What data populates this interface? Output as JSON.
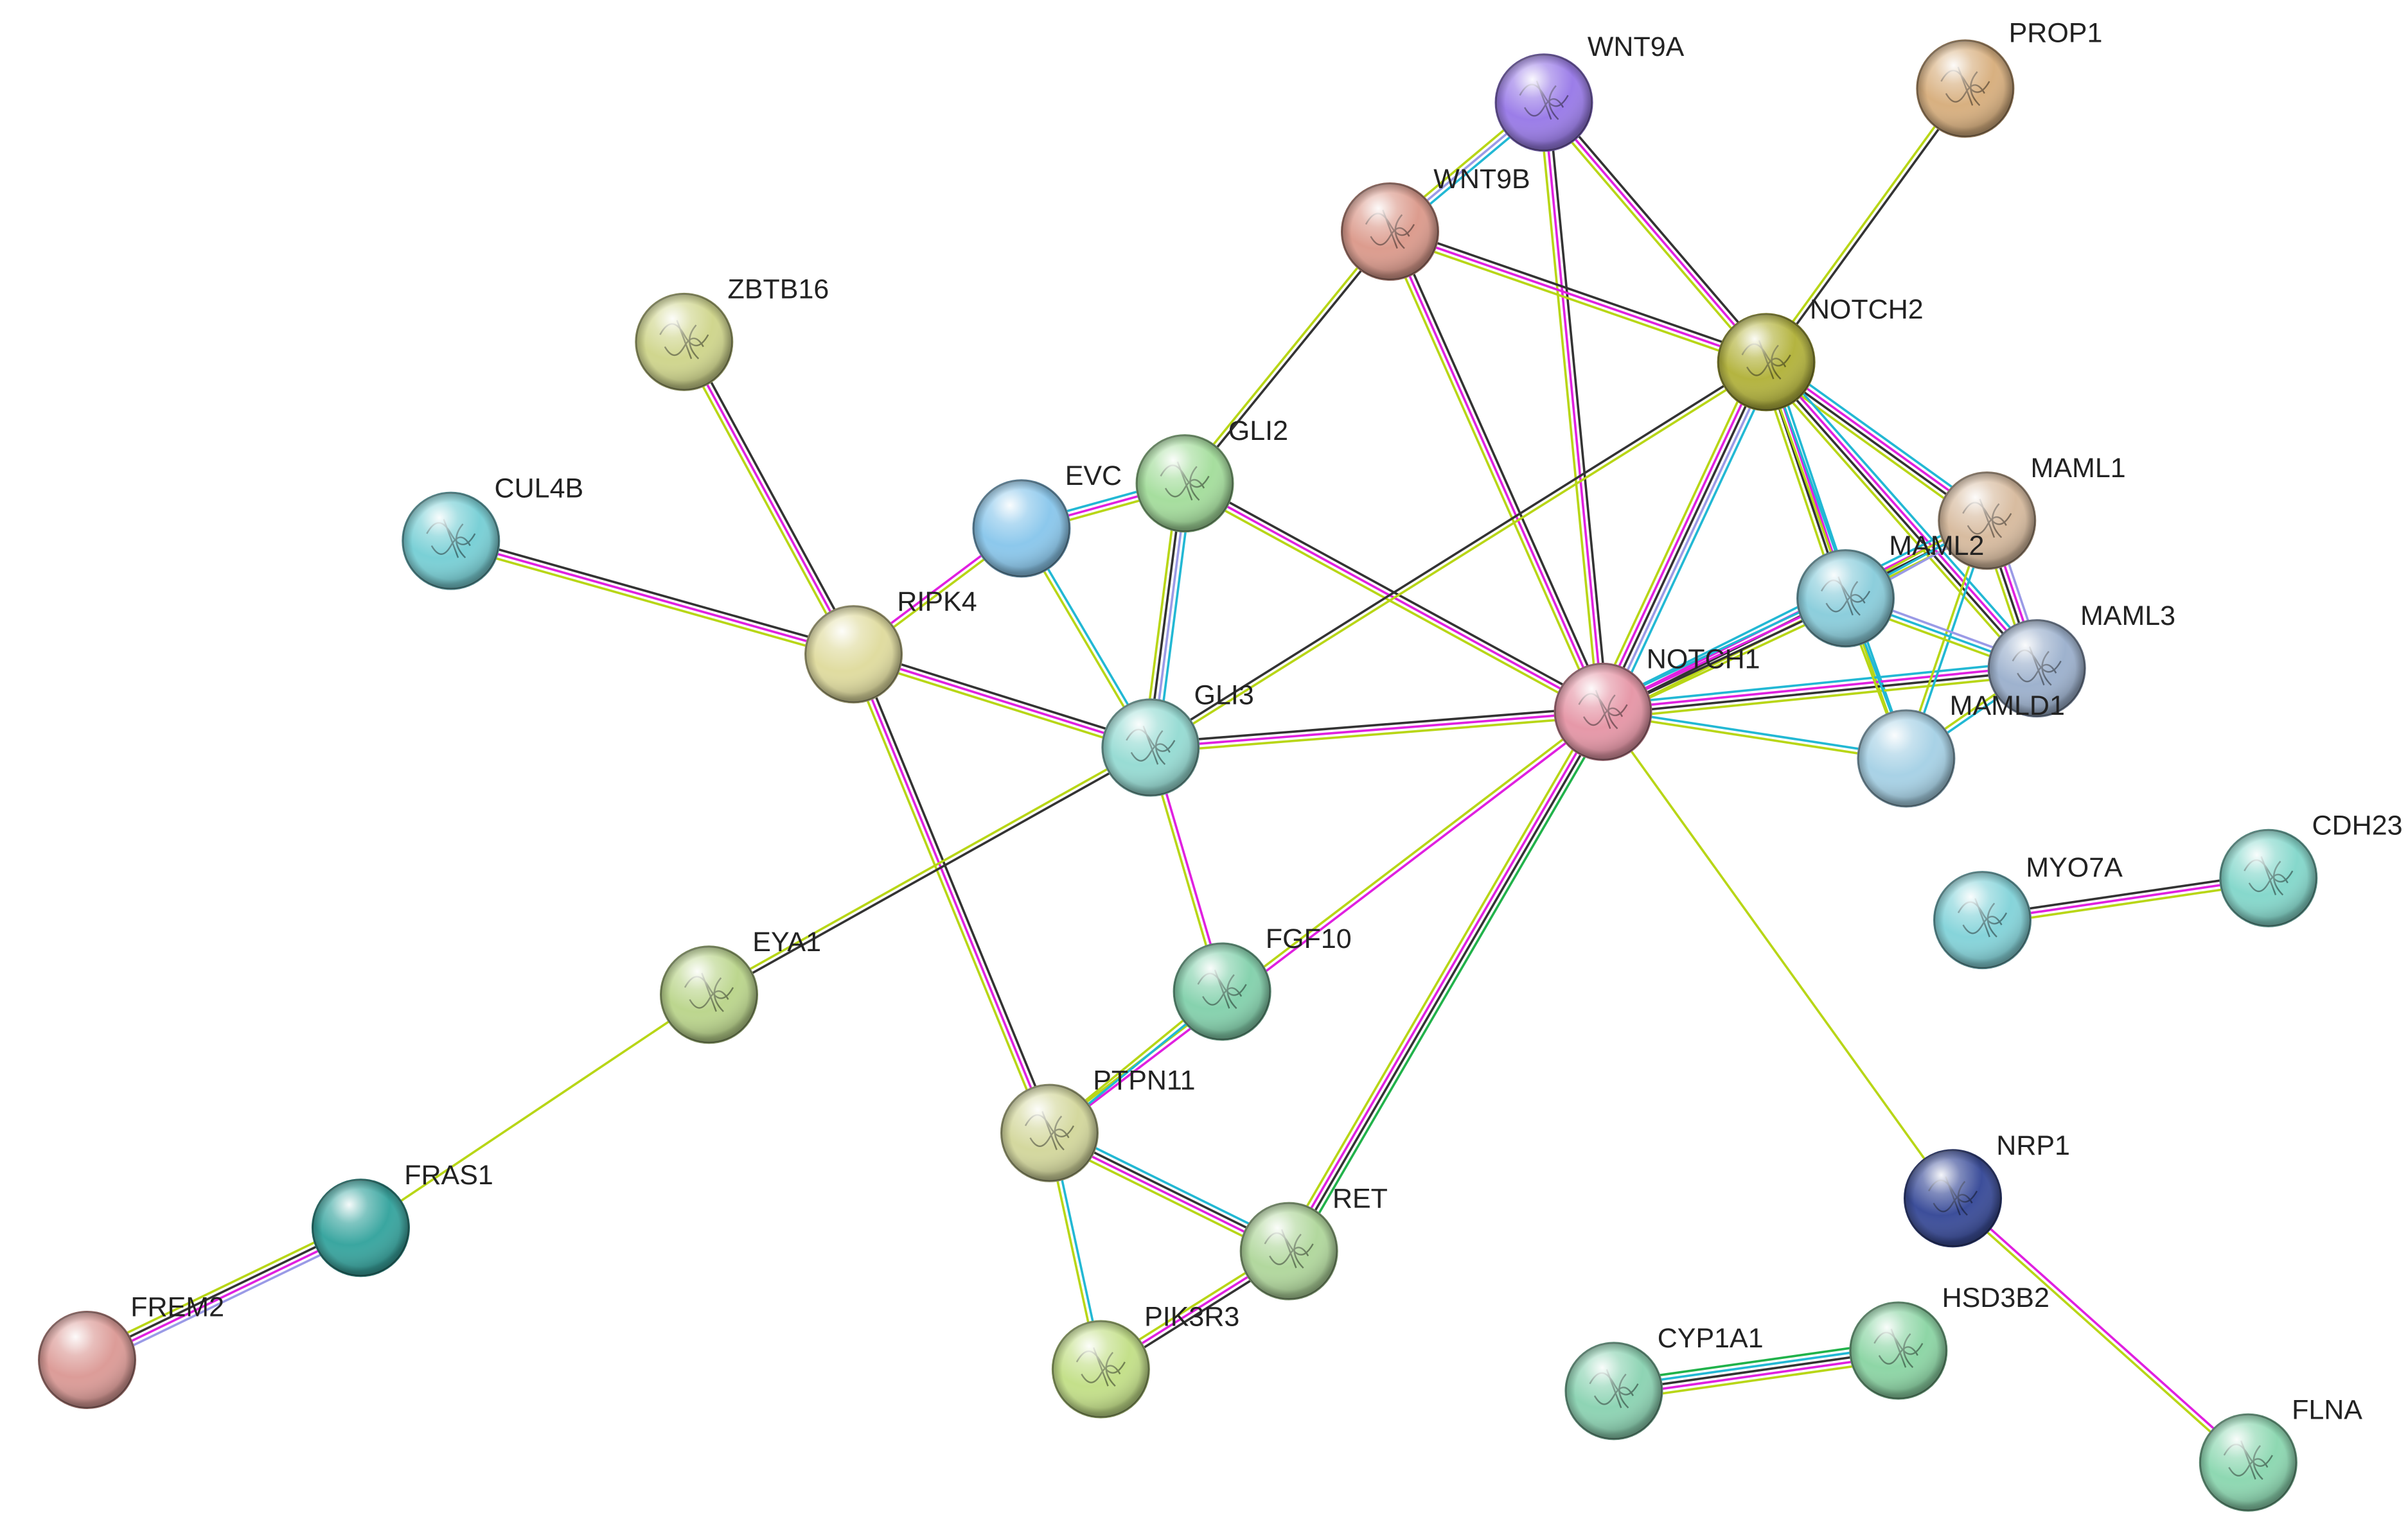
{
  "edge_colors": {
    "db": "#22b8d4",
    "exp": "#e020e0",
    "text": "#b8d616",
    "coexp": "#333333",
    "homology": "#9a9ae6",
    "neigh": "#20b24a",
    "fusion": "#d42020"
  },
  "nodes": [
    {
      "id": "WNT9A",
      "label": "WNT9A",
      "color": "#9b7de8",
      "icon": "protein-structure-icon"
    },
    {
      "id": "PROP1",
      "label": "PROP1",
      "color": "#d8b080",
      "icon": "protein-structure-icon"
    },
    {
      "id": "WNT9B",
      "label": "WNT9B",
      "color": "#dc9c8e",
      "icon": "protein-structure-icon"
    },
    {
      "id": "ZBTB16",
      "label": "ZBTB16",
      "color": "#d0d68e",
      "icon": "protein-structure-icon"
    },
    {
      "id": "NOTCH2",
      "label": "NOTCH2",
      "color": "#b4b440",
      "icon": "protein-structure-icon"
    },
    {
      "id": "CUL4B",
      "label": "CUL4B",
      "color": "#7ad0d6",
      "icon": "protein-structure-icon"
    },
    {
      "id": "EVC",
      "label": "EVC",
      "color": "#8cc8ec",
      "icon": ""
    },
    {
      "id": "GLI2",
      "label": "GLI2",
      "color": "#a6de9e",
      "icon": "protein-structure-icon"
    },
    {
      "id": "MAML1",
      "label": "MAML1",
      "color": "#d8bca0",
      "icon": "protein-structure-icon"
    },
    {
      "id": "MAML2",
      "label": "MAML2",
      "color": "#8ccedc",
      "icon": "protein-structure-icon"
    },
    {
      "id": "RIPK4",
      "label": "RIPK4",
      "color": "#e0dca0",
      "icon": ""
    },
    {
      "id": "MAML3",
      "label": "MAML3",
      "color": "#9eb2ce",
      "icon": "protein-structure-icon"
    },
    {
      "id": "NOTCH1",
      "label": "NOTCH1",
      "color": "#e698a8",
      "icon": "protein-structure-icon"
    },
    {
      "id": "GLI3",
      "label": "GLI3",
      "color": "#98dcd4",
      "icon": "protein-structure-icon"
    },
    {
      "id": "MAMLD1",
      "label": "MAMLD1",
      "color": "#a8d2e6",
      "icon": ""
    },
    {
      "id": "CDH23",
      "label": "CDH23",
      "color": "#86d8cc",
      "icon": "protein-structure-icon"
    },
    {
      "id": "MYO7A",
      "label": "MYO7A",
      "color": "#86d4da",
      "icon": "protein-structure-icon"
    },
    {
      "id": "EYA1",
      "label": "EYA1",
      "color": "#bcd68e",
      "icon": "protein-structure-icon"
    },
    {
      "id": "FGF10",
      "label": "FGF10",
      "color": "#86d2ae",
      "icon": "protein-structure-icon"
    },
    {
      "id": "PTPN11",
      "label": "PTPN11",
      "color": "#d4d89e",
      "icon": "protein-structure-icon"
    },
    {
      "id": "NRP1",
      "label": "NRP1",
      "color": "#3c4e9a",
      "icon": "protein-structure-icon"
    },
    {
      "id": "FRAS1",
      "label": "FRAS1",
      "color": "#3aa6a0",
      "icon": ""
    },
    {
      "id": "RET",
      "label": "RET",
      "color": "#b2d89e",
      "icon": "protein-structure-icon"
    },
    {
      "id": "FREM2",
      "label": "FREM2",
      "color": "#dc9c98",
      "icon": ""
    },
    {
      "id": "PIK3R3",
      "label": "PIK3R3",
      "color": "#c4e08a",
      "icon": "protein-structure-icon"
    },
    {
      "id": "HSD3B2",
      "label": "HSD3B2",
      "color": "#8ed6a6",
      "icon": "protein-structure-icon"
    },
    {
      "id": "CYP1A1",
      "label": "CYP1A1",
      "color": "#8ed4b4",
      "icon": "protein-structure-icon"
    },
    {
      "id": "FLNA",
      "label": "FLNA",
      "color": "#8ed8b2",
      "icon": "protein-structure-icon"
    }
  ],
  "edges": [
    {
      "a": "WNT9A",
      "b": "WNT9B",
      "types": [
        "db",
        "homology",
        "text"
      ]
    },
    {
      "a": "WNT9A",
      "b": "NOTCH2",
      "types": [
        "coexp",
        "exp",
        "text"
      ]
    },
    {
      "a": "WNT9A",
      "b": "NOTCH1",
      "types": [
        "coexp",
        "exp",
        "text"
      ]
    },
    {
      "a": "PROP1",
      "b": "NOTCH2",
      "types": [
        "coexp",
        "text"
      ]
    },
    {
      "a": "WNT9B",
      "b": "NOTCH2",
      "types": [
        "coexp",
        "exp",
        "text"
      ]
    },
    {
      "a": "WNT9B",
      "b": "NOTCH1",
      "types": [
        "coexp",
        "exp",
        "text"
      ]
    },
    {
      "a": "WNT9B",
      "b": "GLI2",
      "types": [
        "coexp",
        "text"
      ]
    },
    {
      "a": "ZBTB16",
      "b": "RIPK4",
      "types": [
        "coexp",
        "exp",
        "text"
      ]
    },
    {
      "a": "CUL4B",
      "b": "RIPK4",
      "types": [
        "coexp",
        "exp",
        "text"
      ]
    },
    {
      "a": "RIPK4",
      "b": "EVC",
      "types": [
        "exp",
        "text"
      ]
    },
    {
      "a": "RIPK4",
      "b": "GLI3",
      "types": [
        "coexp",
        "exp",
        "text"
      ]
    },
    {
      "a": "RIPK4",
      "b": "PTPN11",
      "types": [
        "coexp",
        "exp",
        "text"
      ]
    },
    {
      "a": "EVC",
      "b": "GLI2",
      "types": [
        "db",
        "exp",
        "text"
      ]
    },
    {
      "a": "EVC",
      "b": "GLI3",
      "types": [
        "db",
        "text"
      ]
    },
    {
      "a": "GLI2",
      "b": "GLI3",
      "types": [
        "db",
        "homology",
        "coexp",
        "text"
      ]
    },
    {
      "a": "GLI2",
      "b": "NOTCH1",
      "types": [
        "coexp",
        "exp",
        "text"
      ]
    },
    {
      "a": "GLI3",
      "b": "NOTCH2",
      "types": [
        "coexp",
        "text"
      ]
    },
    {
      "a": "GLI3",
      "b": "NOTCH1",
      "types": [
        "coexp",
        "exp",
        "text"
      ]
    },
    {
      "a": "GLI3",
      "b": "EYA1",
      "types": [
        "coexp",
        "text"
      ]
    },
    {
      "a": "GLI3",
      "b": "FGF10",
      "types": [
        "exp",
        "text"
      ]
    },
    {
      "a": "NOTCH2",
      "b": "NOTCH1",
      "types": [
        "db",
        "homology",
        "coexp",
        "exp",
        "text"
      ]
    },
    {
      "a": "NOTCH2",
      "b": "MAML1",
      "types": [
        "db",
        "exp",
        "coexp",
        "text"
      ]
    },
    {
      "a": "NOTCH2",
      "b": "MAML2",
      "types": [
        "db",
        "exp",
        "coexp",
        "text"
      ]
    },
    {
      "a": "NOTCH2",
      "b": "MAML3",
      "types": [
        "db",
        "exp",
        "coexp",
        "text"
      ]
    },
    {
      "a": "NOTCH2",
      "b": "MAMLD1",
      "types": [
        "db",
        "text"
      ]
    },
    {
      "a": "NOTCH1",
      "b": "MAML1",
      "types": [
        "db",
        "exp",
        "coexp",
        "text"
      ]
    },
    {
      "a": "NOTCH1",
      "b": "MAML2",
      "types": [
        "db",
        "exp",
        "coexp",
        "text"
      ]
    },
    {
      "a": "NOTCH1",
      "b": "MAML3",
      "types": [
        "db",
        "exp",
        "coexp",
        "text"
      ]
    },
    {
      "a": "NOTCH1",
      "b": "MAMLD1",
      "types": [
        "db",
        "text"
      ]
    },
    {
      "a": "NOTCH1",
      "b": "RET",
      "types": [
        "neigh",
        "coexp",
        "exp",
        "text"
      ]
    },
    {
      "a": "NOTCH1",
      "b": "PTPN11",
      "types": [
        "exp",
        "text"
      ]
    },
    {
      "a": "NOTCH1",
      "b": "NRP1",
      "types": [
        "text"
      ]
    },
    {
      "a": "MAML1",
      "b": "MAML2",
      "types": [
        "homology",
        "db",
        "text"
      ]
    },
    {
      "a": "MAML1",
      "b": "MAML3",
      "types": [
        "homology",
        "exp",
        "coexp",
        "text"
      ]
    },
    {
      "a": "MAML1",
      "b": "MAMLD1",
      "types": [
        "db",
        "text"
      ]
    },
    {
      "a": "MAML2",
      "b": "MAML3",
      "types": [
        "homology",
        "db",
        "text"
      ]
    },
    {
      "a": "MAML2",
      "b": "MAMLD1",
      "types": [
        "db",
        "text"
      ]
    },
    {
      "a": "MAML3",
      "b": "MAMLD1",
      "types": [
        "db",
        "text"
      ]
    },
    {
      "a": "MYO7A",
      "b": "CDH23",
      "types": [
        "coexp",
        "exp",
        "text"
      ]
    },
    {
      "a": "EYA1",
      "b": "FRAS1",
      "types": [
        "text"
      ]
    },
    {
      "a": "FRAS1",
      "b": "FREM2",
      "types": [
        "homology",
        "exp",
        "coexp",
        "text"
      ]
    },
    {
      "a": "FGF10",
      "b": "PTPN11",
      "types": [
        "db",
        "text"
      ]
    },
    {
      "a": "PTPN11",
      "b": "RET",
      "types": [
        "db",
        "coexp",
        "exp",
        "text"
      ]
    },
    {
      "a": "PTPN11",
      "b": "PIK3R3",
      "types": [
        "db",
        "text"
      ]
    },
    {
      "a": "RET",
      "b": "PIK3R3",
      "types": [
        "coexp",
        "exp",
        "text"
      ]
    },
    {
      "a": "NRP1",
      "b": "FLNA",
      "types": [
        "exp",
        "text"
      ]
    },
    {
      "a": "CYP1A1",
      "b": "HSD3B2",
      "types": [
        "neigh",
        "db",
        "coexp",
        "exp",
        "text"
      ]
    }
  ]
}
